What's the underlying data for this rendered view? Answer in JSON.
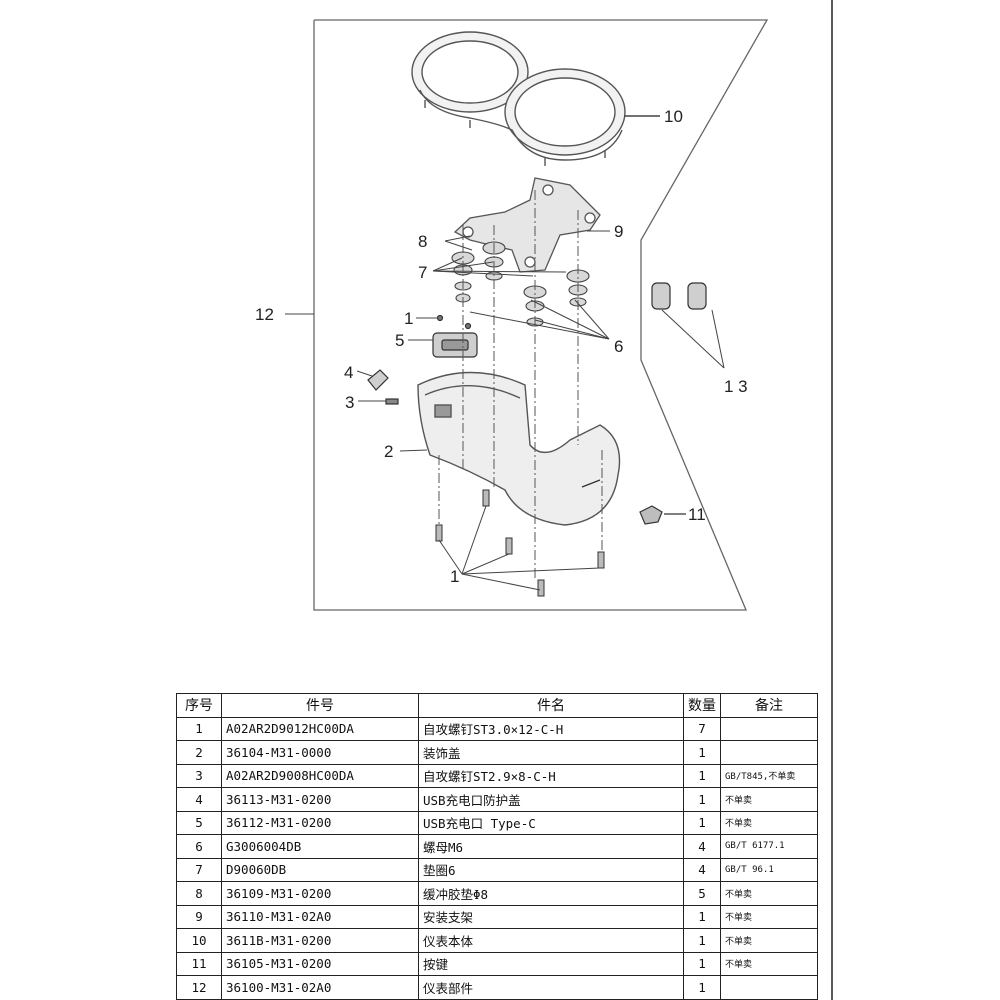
{
  "callouts": {
    "c1": "1",
    "c1b": "1",
    "c2": "2",
    "c3": "3",
    "c4": "4",
    "c5": "5",
    "c6": "6",
    "c7": "7",
    "c8": "8",
    "c9": "9",
    "c10": "10",
    "c11": "11",
    "c12": "12",
    "c13": "1 3"
  },
  "table": {
    "headers": [
      "序号",
      "件号",
      "件名",
      "数量",
      "备注"
    ],
    "rows": [
      {
        "no": "1",
        "part": "A02AR2D9012HC00DA",
        "name": "自攻螺钉ST3.0×12-C-H",
        "qty": "7",
        "remark": ""
      },
      {
        "no": "2",
        "part": "36104-M31-0000",
        "name": "装饰盖",
        "qty": "1",
        "remark": ""
      },
      {
        "no": "3",
        "part": "A02AR2D9008HC00DA",
        "name": "自攻螺钉ST2.9×8-C-H",
        "qty": "1",
        "remark": "GB/T845,不单卖"
      },
      {
        "no": "4",
        "part": "36113-M31-0200",
        "name": "USB充电口防护盖",
        "qty": "1",
        "remark": "不单卖"
      },
      {
        "no": "5",
        "part": "36112-M31-0200",
        "name": "USB充电口 Type-C",
        "qty": "1",
        "remark": "不单卖"
      },
      {
        "no": "6",
        "part": "G3006004DB",
        "name": "螺母M6",
        "qty": "4",
        "remark": "GB/T 6177.1"
      },
      {
        "no": "7",
        "part": "D90060DB",
        "name": "垫圈6",
        "qty": "4",
        "remark": "GB/T 96.1"
      },
      {
        "no": "8",
        "part": "36109-M31-0200",
        "name": "缓冲胶垫Φ8",
        "qty": "5",
        "remark": "不单卖"
      },
      {
        "no": "9",
        "part": "36110-M31-02A0",
        "name": "安装支架",
        "qty": "1",
        "remark": "不单卖"
      },
      {
        "no": "10",
        "part": "3611B-M31-0200",
        "name": "仪表本体",
        "qty": "1",
        "remark": "不单卖"
      },
      {
        "no": "11",
        "part": "36105-M31-0200",
        "name": "按键",
        "qty": "1",
        "remark": "不单卖"
      },
      {
        "no": "12",
        "part": "36100-M31-02A0",
        "name": "仪表部件",
        "qty": "1",
        "remark": ""
      }
    ]
  }
}
